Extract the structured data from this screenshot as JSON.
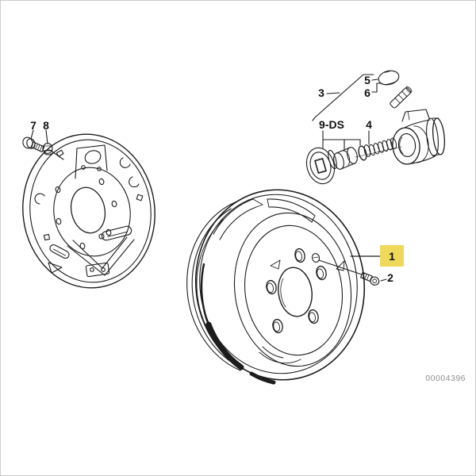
{
  "figure": {
    "drawing_number": "00004396",
    "highlighted_callout": "1"
  },
  "callouts": [
    {
      "label": "1",
      "highlighted": true
    },
    {
      "label": "2",
      "highlighted": false
    },
    {
      "label": "3",
      "highlighted": false
    },
    {
      "label": "4",
      "highlighted": false
    },
    {
      "label": "5",
      "highlighted": false
    },
    {
      "label": "6",
      "highlighted": false
    },
    {
      "label": "7",
      "highlighted": false
    },
    {
      "label": "8",
      "highlighted": false
    },
    {
      "label": "9-DS",
      "highlighted": false
    }
  ],
  "watermark": {
    "text": "00004396"
  },
  "colors": {
    "highlight_bg": "#efd95a",
    "line": "#1c1c1c",
    "watermark": "#8f8f8f",
    "background": "#ffffff",
    "border": "#cccccc"
  }
}
